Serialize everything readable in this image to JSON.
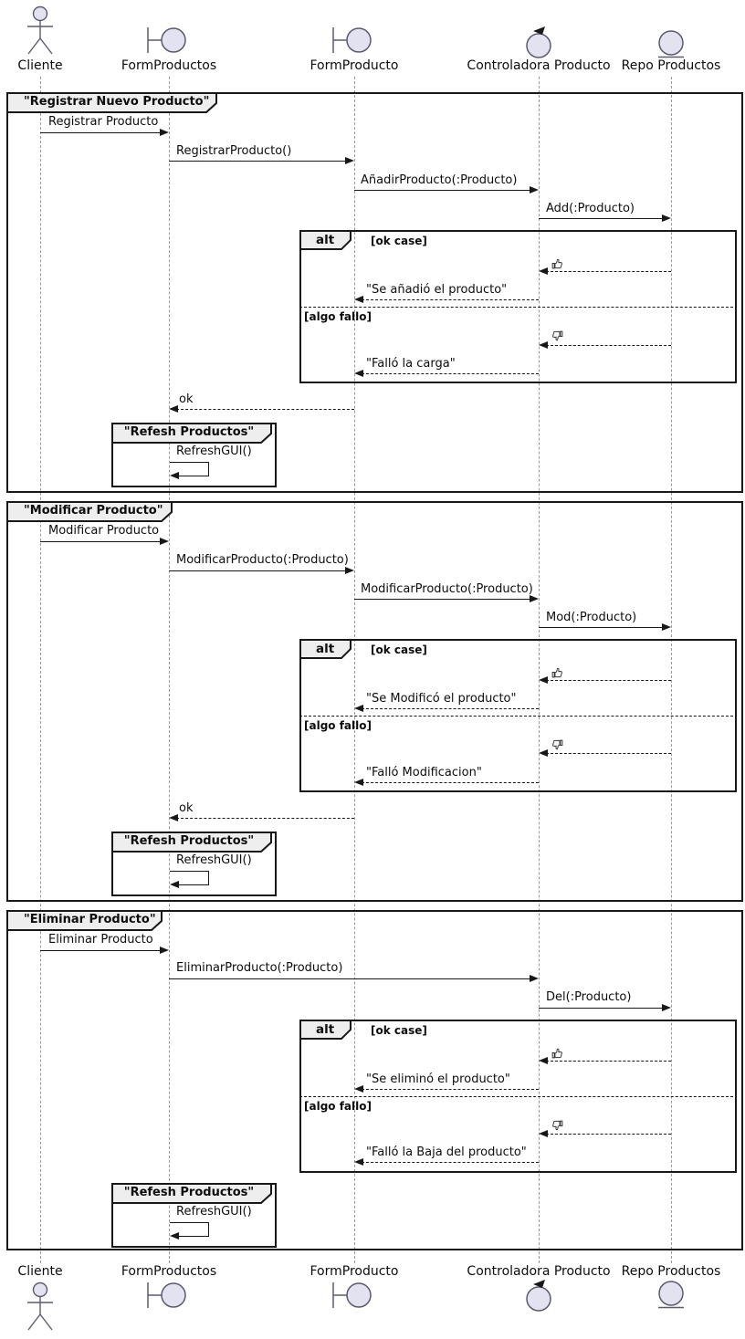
{
  "diagram_type": "uml-sequence-diagram",
  "colors": {
    "participant_fill": "#E2E2F0",
    "frame_line": "#181818",
    "header_fill": "#EEEEEE",
    "lifeline": "#9A9A9A"
  },
  "participants": [
    {
      "name": "Cliente",
      "type": "actor"
    },
    {
      "name": "FormProductos",
      "type": "boundary"
    },
    {
      "name": "FormProducto",
      "type": "boundary"
    },
    {
      "name": "Controladora Producto",
      "type": "control"
    },
    {
      "name": "Repo Productos",
      "type": "entity"
    }
  ],
  "groups": [
    {
      "title": "\"Registrar Nuevo Producto\"",
      "messages": {
        "m1": "Registrar Producto",
        "m2": "RegistrarProducto()",
        "m3": "AñadirProducto(:Producto)",
        "m4": "Add(:Producto)"
      },
      "alt": {
        "label": "alt",
        "ok_guard": "[ok case]",
        "ok_return": "\"Se añadió el producto\"",
        "fail_guard": "[algo fallo]",
        "fail_return": "\"Falló la carga\""
      },
      "ok_label": "ok",
      "refresh": {
        "title": "\"Refesh Productos\"",
        "message": "RefreshGUI()"
      }
    },
    {
      "title": "\"Modificar Producto\"",
      "messages": {
        "m1": "Modificar Producto",
        "m2": "ModificarProducto(:Producto)",
        "m3": "ModificarProducto(:Producto)",
        "m4": "Mod(:Producto)"
      },
      "alt": {
        "label": "alt",
        "ok_guard": "[ok case]",
        "ok_return": "\"Se Modificó el producto\"",
        "fail_guard": "[algo fallo]",
        "fail_return": "\"Falló Modificacion\""
      },
      "ok_label": "ok",
      "refresh": {
        "title": "\"Refesh Productos\"",
        "message": "RefreshGUI()"
      }
    },
    {
      "title": "\"Eliminar Producto\"",
      "messages": {
        "m1": "Eliminar Producto",
        "m2": "EliminarProducto(:Producto)",
        "m3": "Del(:Producto)"
      },
      "alt": {
        "label": "alt",
        "ok_guard": "[ok case]",
        "ok_return": "\"Se eliminó el producto\"",
        "fail_guard": "[algo fallo]",
        "fail_return": "\"Falló la Baja del producto\""
      },
      "refresh": {
        "title": "\"Refesh Productos\"",
        "message": "RefreshGUI()"
      }
    }
  ]
}
